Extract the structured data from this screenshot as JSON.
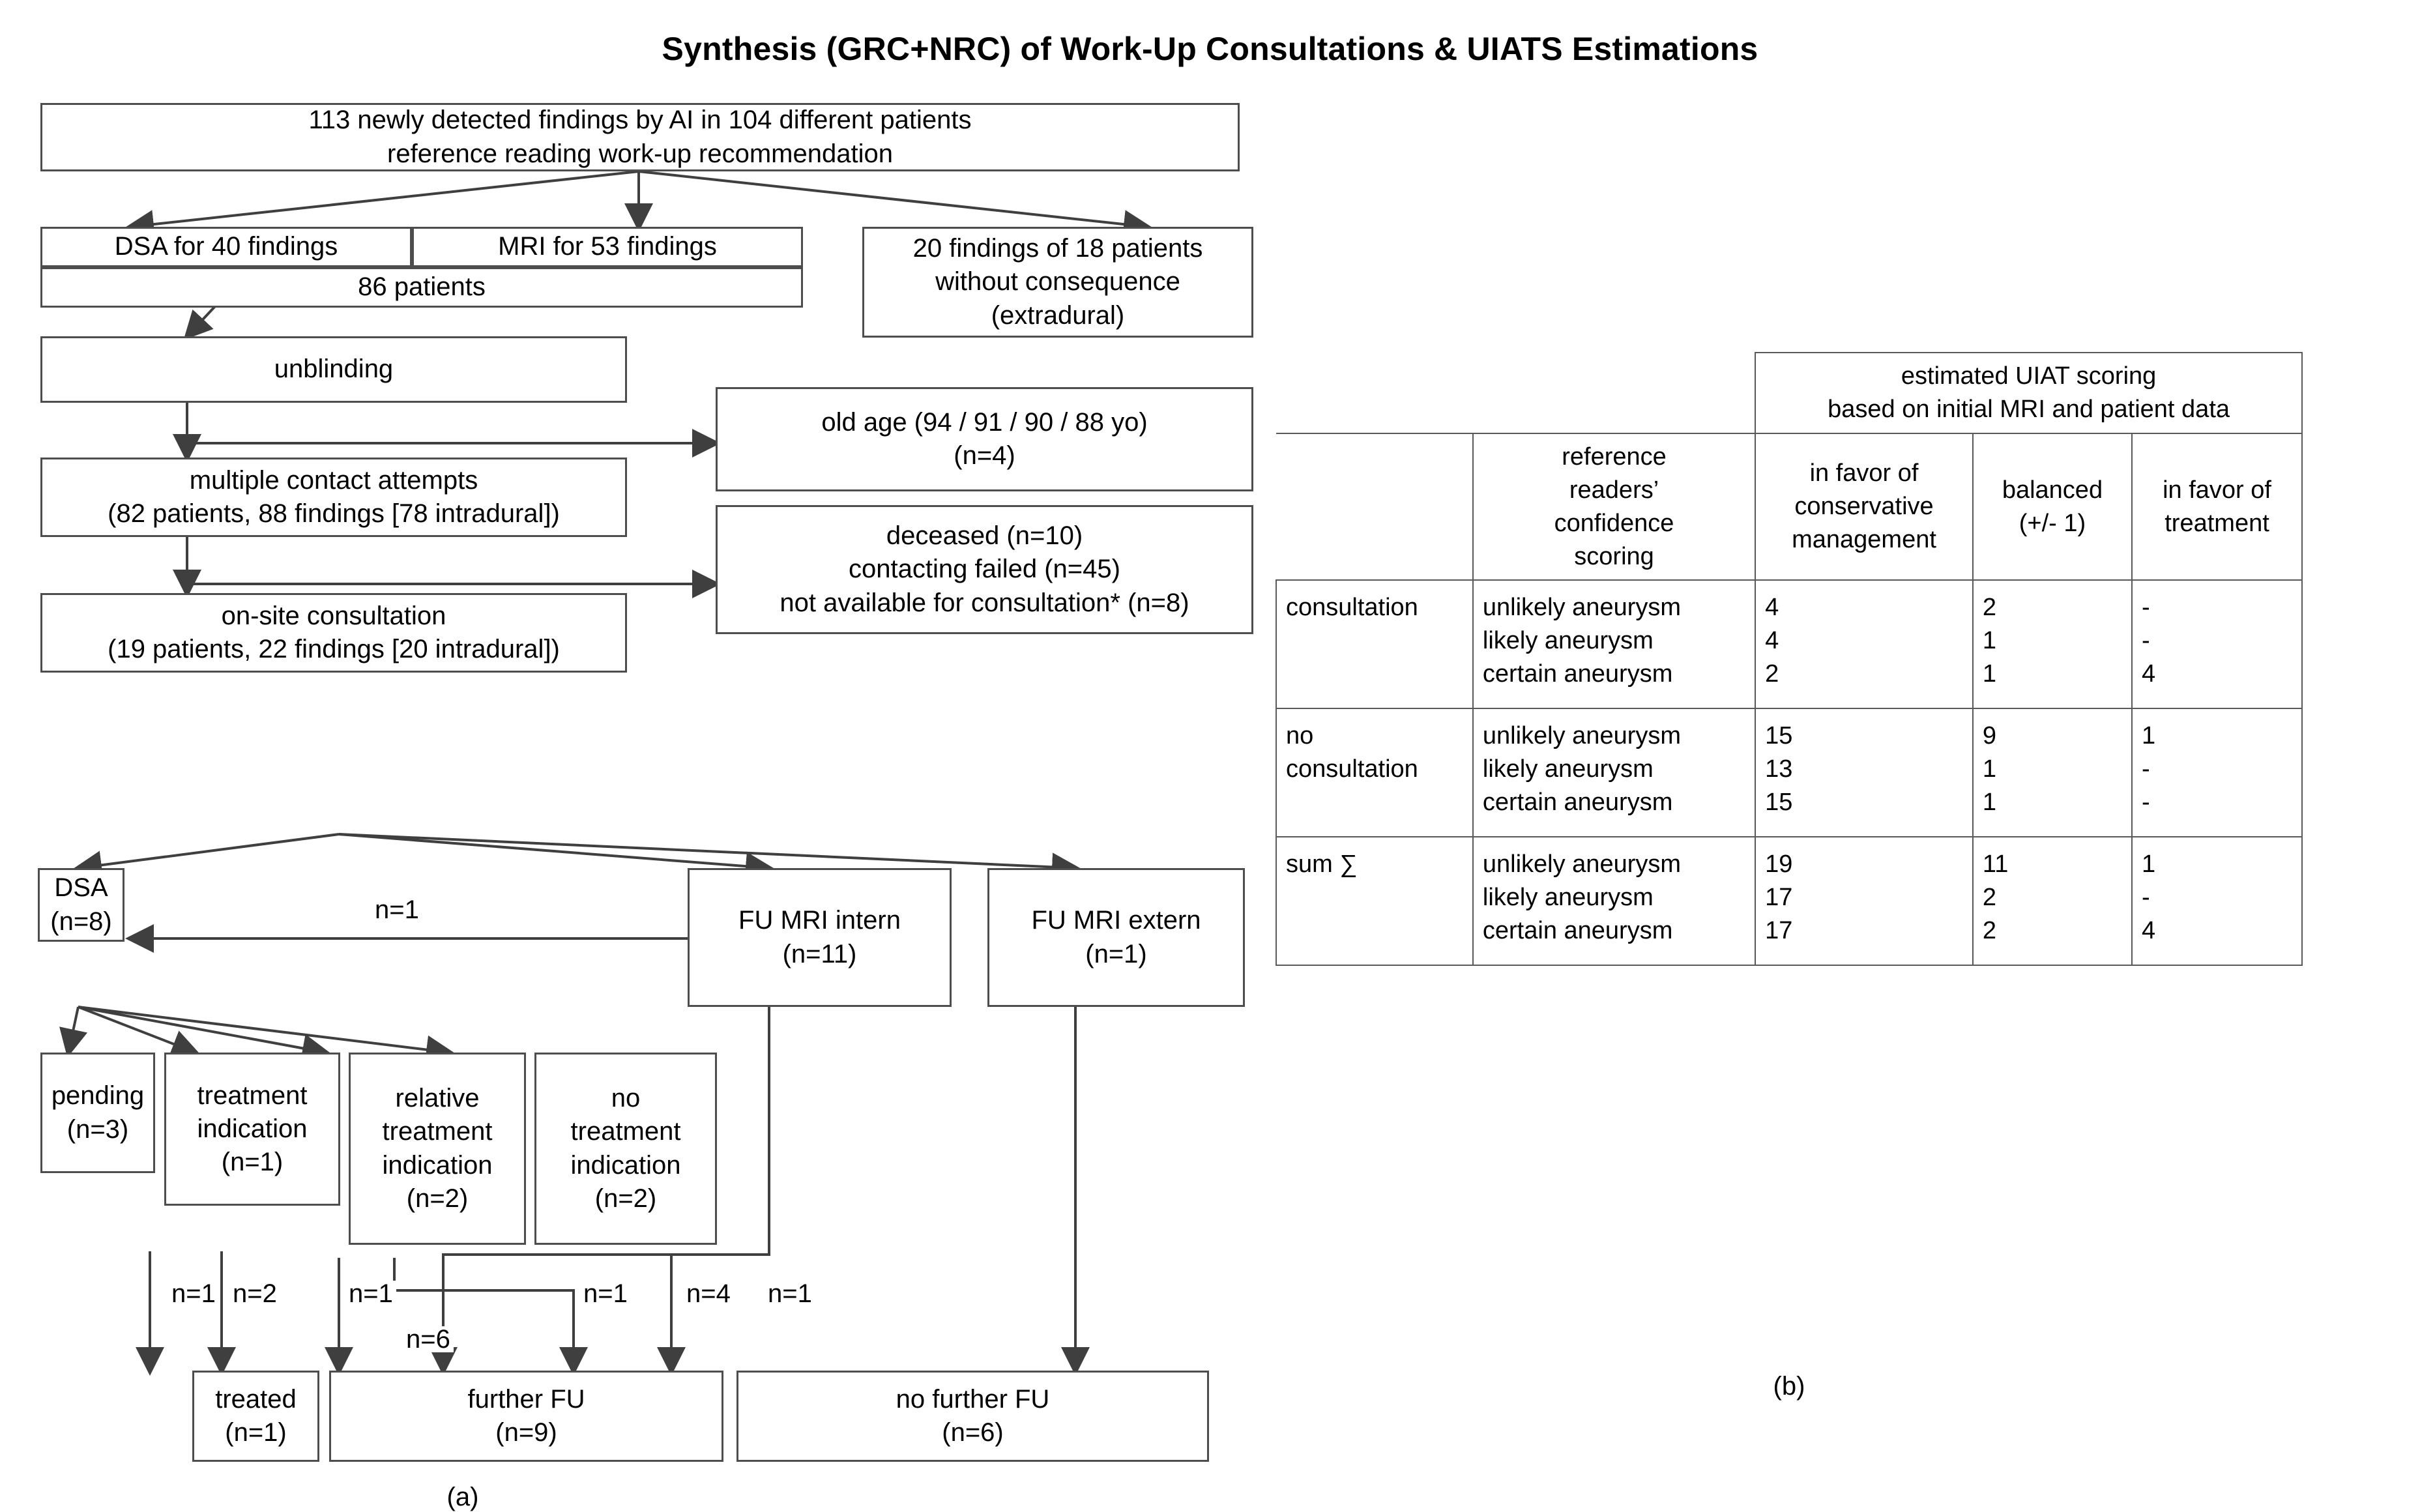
{
  "figure": {
    "title": "Synthesis (GRC+NRC) of Work-Up Consultations & UIATS Estimations",
    "panel_a_label": "(a)",
    "panel_b_label": "(b)"
  },
  "flowchart": {
    "boxes": {
      "root": {
        "line1": "113 newly detected findings by AI in 104 different patients",
        "line2": "reference reading work-up recommendation"
      },
      "dsa_findings": {
        "line1": "DSA for 40 findings"
      },
      "mri_findings": {
        "line1": "MRI for 53 findings"
      },
      "patients_86": {
        "line1": "86 patients"
      },
      "no_consequence": {
        "line1": "20 findings of 18 patients",
        "line2": "without consequence",
        "line3": "(extradural)"
      },
      "unblinding": {
        "line1": "unblinding"
      },
      "old_age": {
        "line1": "old age (94 / 91 / 90 / 88 yo)",
        "line2": "(n=4)"
      },
      "contact_attempts": {
        "line1": "multiple contact attempts",
        "line2": "(82 patients, 88 findings [78 intradural])"
      },
      "excluded": {
        "line1": "deceased (n=10)",
        "line2": "contacting failed (n=45)",
        "line3": "not available for consultation* (n=8)"
      },
      "onsite_consultation": {
        "line1": "on-site consultation",
        "line2": "(19 patients, 22 findings [20 intradural])"
      },
      "dsa": {
        "line1": "DSA",
        "line2": "(n=8)"
      },
      "fu_mri_intern": {
        "line1": "FU MRI intern",
        "line2": "(n=11)"
      },
      "fu_mri_extern": {
        "line1": "FU MRI extern",
        "line2": "(n=1)"
      },
      "pending": {
        "line1": "pending",
        "line2": "(n=3)"
      },
      "treatment_indication": {
        "line1": "treatment",
        "line2": "indication",
        "line3": "(n=1)"
      },
      "relative_treatment_indication": {
        "line1": "relative",
        "line2": "treatment",
        "line3": "indication",
        "line4": "(n=2)"
      },
      "no_treatment_indication": {
        "line1": "no",
        "line2": "treatment",
        "line3": "indication",
        "line4": "(n=2)"
      },
      "treated": {
        "line1": "treated",
        "line2": "(n=1)"
      },
      "further_fu": {
        "line1": "further FU",
        "line2": "(n=9)"
      },
      "no_further_fu": {
        "line1": "no further FU",
        "line2": "(n=6)"
      }
    },
    "edge_labels": {
      "mri_intern_to_dsa": "n=1",
      "treated_from_treatment_indication": "n=1",
      "further_fu_from_treatment_indication": "n=2",
      "further_fu_from_relative": "n=1",
      "further_fu_from_mri_intern": "n=6",
      "no_further_fu_from_no_treatment": "n=1",
      "no_further_fu_from_mri_intern": "n=4",
      "no_further_fu_from_mri_extern": "n=1"
    }
  },
  "table": {
    "group_header": "estimated UIAT scoring\nbased on initial MRI and patient data",
    "columns": [
      "",
      "reference\nreaders’\nconfidence\nscoring",
      "in favor of\nconservative\nmanagement",
      "balanced\n(+/- 1)",
      "in favor of\ntreatment"
    ],
    "rows": [
      {
        "label": "consultation",
        "scores": [
          "unlikely aneurysm",
          "likely aneurysm",
          "certain aneurysm"
        ],
        "conservative": [
          "4",
          "4",
          "2"
        ],
        "balanced": [
          "2",
          "1",
          "1"
        ],
        "treatment": [
          "-",
          "-",
          "4"
        ]
      },
      {
        "label": "no\nconsultation",
        "scores": [
          "unlikely aneurysm",
          "likely aneurysm",
          "certain aneurysm"
        ],
        "conservative": [
          "15",
          "13",
          "15"
        ],
        "balanced": [
          "9",
          "1",
          "1"
        ],
        "treatment": [
          "1",
          "-",
          "-"
        ]
      },
      {
        "label": "sum ∑",
        "scores": [
          "unlikely aneurysm",
          "likely aneurysm",
          "certain aneurysm"
        ],
        "conservative": [
          "19",
          "17",
          "17"
        ],
        "balanced": [
          "11",
          "2",
          "2"
        ],
        "treatment": [
          "1",
          "-",
          "4"
        ]
      }
    ]
  },
  "colors": {
    "box_border": "#4d4d4d",
    "line": "#3f3f3f",
    "table_border": "#595959",
    "text": "#000000",
    "background": "#ffffff"
  }
}
